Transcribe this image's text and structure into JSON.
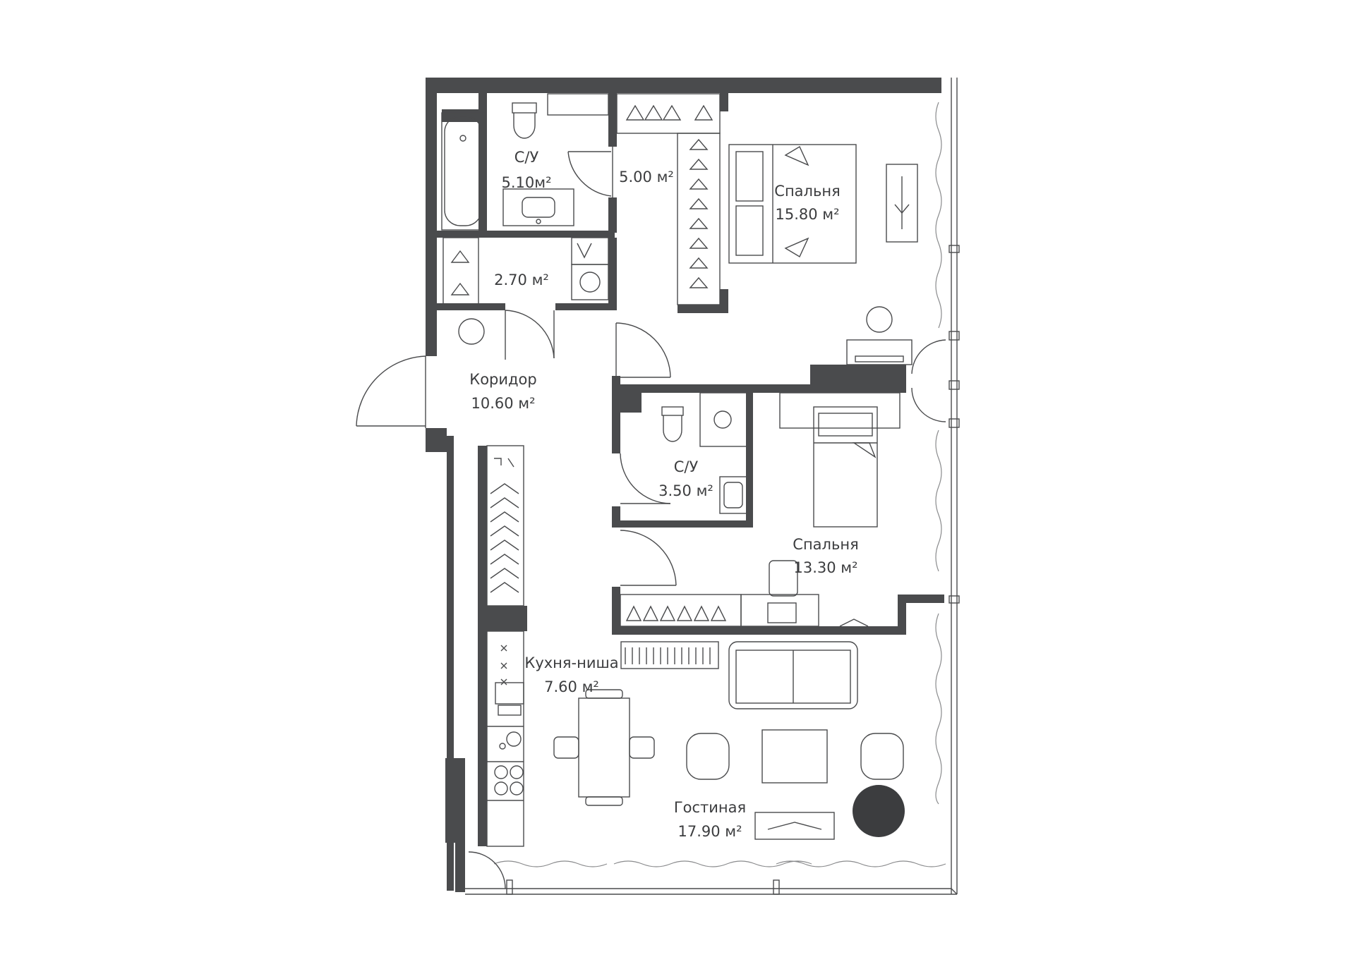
{
  "floor_plan": {
    "colors": {
      "wall": "#4a4b4d",
      "line": "#4a4b4d",
      "background": "#ffffff"
    },
    "rooms": [
      {
        "id": "bathroom-1",
        "name": "С/У",
        "area": "5.10м²"
      },
      {
        "id": "wardrobe-1",
        "name": "",
        "area": "5.00 м²"
      },
      {
        "id": "bedroom-1",
        "name": "Спальня",
        "area": "15.80 м²"
      },
      {
        "id": "storage",
        "name": "",
        "area": "2.70 м²"
      },
      {
        "id": "corridor",
        "name": "Коридор",
        "area": "10.60 м²"
      },
      {
        "id": "bathroom-2",
        "name": "С/У",
        "area": "3.50 м²"
      },
      {
        "id": "bedroom-2",
        "name": "Спальня",
        "area": "13.30 м²"
      },
      {
        "id": "kitchen",
        "name": "Кухня-ниша",
        "area": "7.60 м²"
      },
      {
        "id": "living",
        "name": "Гостиная",
        "area": "17.90 м²"
      }
    ],
    "icons": [
      "bathtub-icon",
      "toilet-icon",
      "sink-icon",
      "washing-machine-icon",
      "hanger-icon",
      "bed-icon",
      "sofa-icon",
      "dining-table-icon",
      "armchair-icon",
      "stove-icon",
      "tv-icon",
      "desk-icon",
      "door-swing-icon",
      "plant-icon"
    ]
  }
}
